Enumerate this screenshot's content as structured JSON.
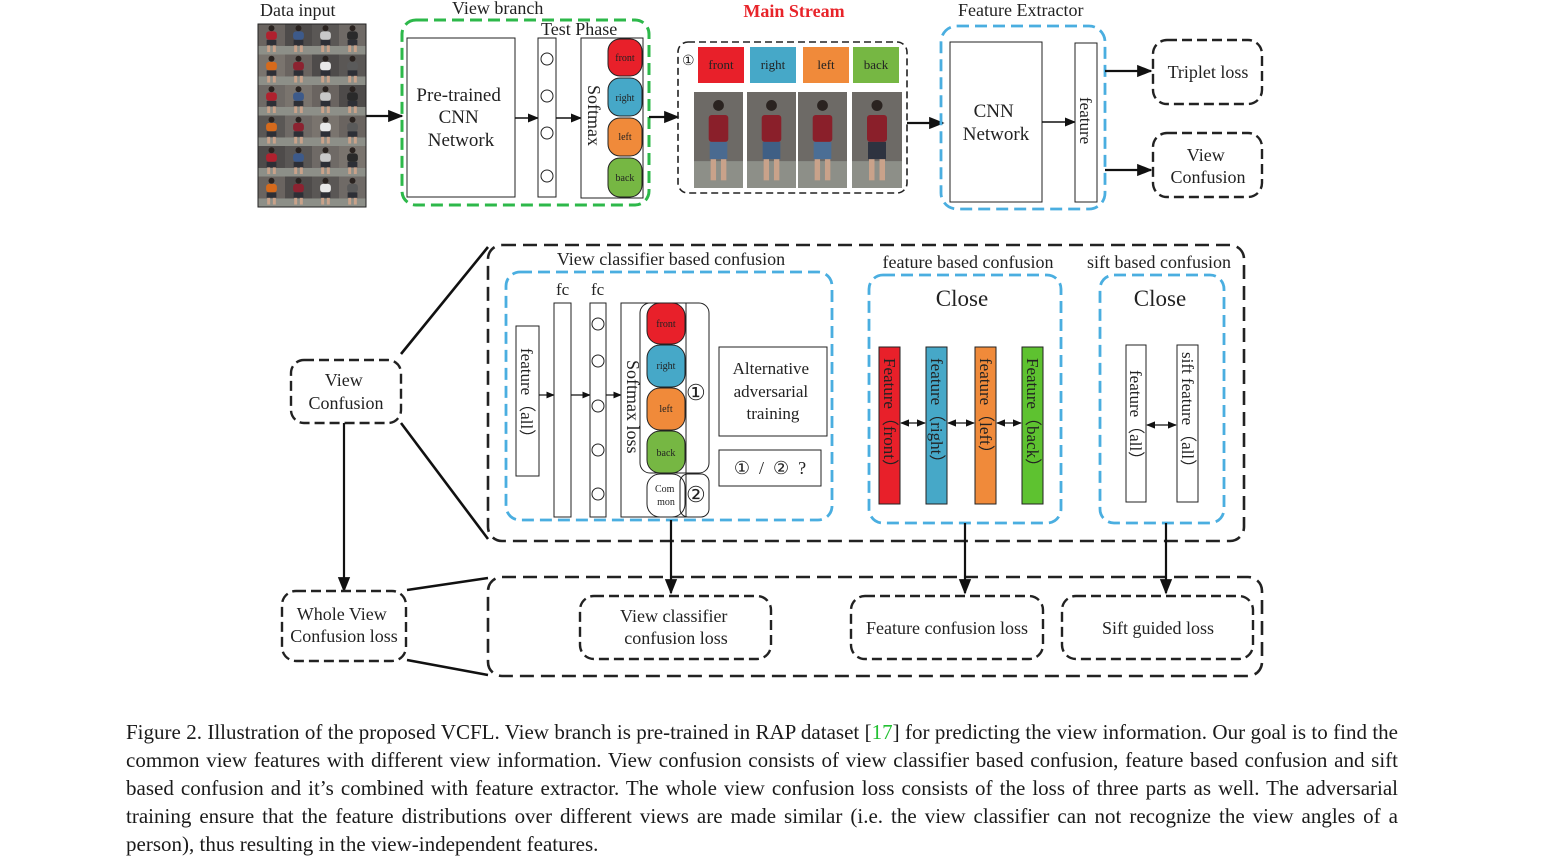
{
  "top": {
    "data_input_label": "Data input",
    "view_branch_label": "View branch",
    "test_phase_label": "Test Phase",
    "pretrained_cnn": [
      "Pre-trained",
      "CNN",
      "Network"
    ],
    "softmax_label": "Softmax",
    "main_stream_label": "Main Stream",
    "main_stream_color": "#e8242a",
    "circle_one": "①",
    "feature_extractor_label": "Feature Extractor",
    "cnn_network": [
      "CNN",
      "Network"
    ],
    "feature_label": "feature",
    "triplet_loss": "Triplet loss",
    "view_confusion": [
      "View",
      "Confusion"
    ]
  },
  "views": [
    {
      "name": "front",
      "color": "#e8202a"
    },
    {
      "name": "right",
      "color": "#46a8c8"
    },
    {
      "name": "left",
      "color": "#f08a3a"
    },
    {
      "name": "back",
      "color": "#76b743"
    }
  ],
  "common_label": [
    "Com",
    "mon"
  ],
  "middle": {
    "vc_title": "View classifier based confusion",
    "fc1": "fc",
    "fc2": "fc",
    "feature_all": "feature（all）",
    "softmax_loss": "Softmax loss",
    "alt_training": [
      "Alternative",
      "adversarial",
      "training"
    ],
    "choice": "①  /  ②  ?",
    "mark_one": "①",
    "mark_two": "②",
    "fb_title": "feature based confusion",
    "fb_close": "Close",
    "fb_features": [
      {
        "label": "Feature（front）",
        "color": "#e8202a"
      },
      {
        "label": "feature（right）",
        "color": "#46a8c8"
      },
      {
        "label": "feature（left）",
        "color": "#f08a3a"
      },
      {
        "label": "Feature（back）",
        "color": "#5ec230"
      }
    ],
    "sift_title": "sift based confusion",
    "sift_close": "Close",
    "sift_feature_all": "feature（all）",
    "sift_sift_feature": "sift feature（all）",
    "view_confusion": [
      "View",
      "Confusion"
    ]
  },
  "bottom": {
    "whole_loss": [
      "Whole View",
      "Confusion loss"
    ],
    "vc_loss": [
      "View classifier",
      "confusion loss"
    ],
    "feature_loss": "Feature confusion loss",
    "sift_loss": "Sift guided loss"
  },
  "colors": {
    "green_dash": "#2db84a",
    "blue_dash": "#4aaee0"
  },
  "caption": {
    "before_ref": "Figure 2. Illustration of the proposed VCFL. View branch is pre-trained in RAP dataset [",
    "ref": "17",
    "after_ref": "] for predicting the view information. Our goal is to find the common view features with different view information. View confusion consists of view classifier based confusion, feature based confusion and sift based confusion and it’s combined with feature extractor. The whole view confusion loss consists of the loss of three parts as well. The adversarial training ensure that the feature distributions over different views are made similar (i.e. the view classifier can not recognize the view angles of a person), thus resulting in the view-independent features."
  }
}
